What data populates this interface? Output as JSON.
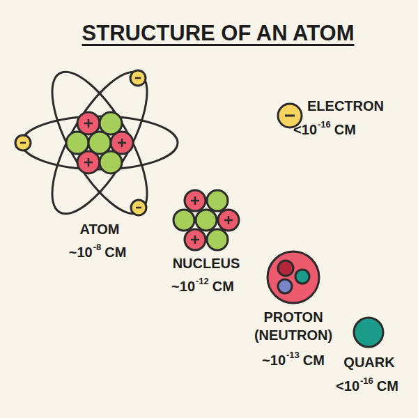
{
  "diagram": {
    "title": "STRUCTURE OF AN ATOM",
    "labels": [
      "ATOM",
      "~10",
      "-8",
      "CM",
      "NUCLEUS",
      "~10",
      "-12",
      "CM",
      "PROTON",
      "(NEUTRON)",
      "~10",
      "-13",
      "CM",
      "ELECTRON",
      "<10",
      "-16",
      "CM",
      "QUARK",
      "<10",
      "-16",
      "CM"
    ]
  }
}
